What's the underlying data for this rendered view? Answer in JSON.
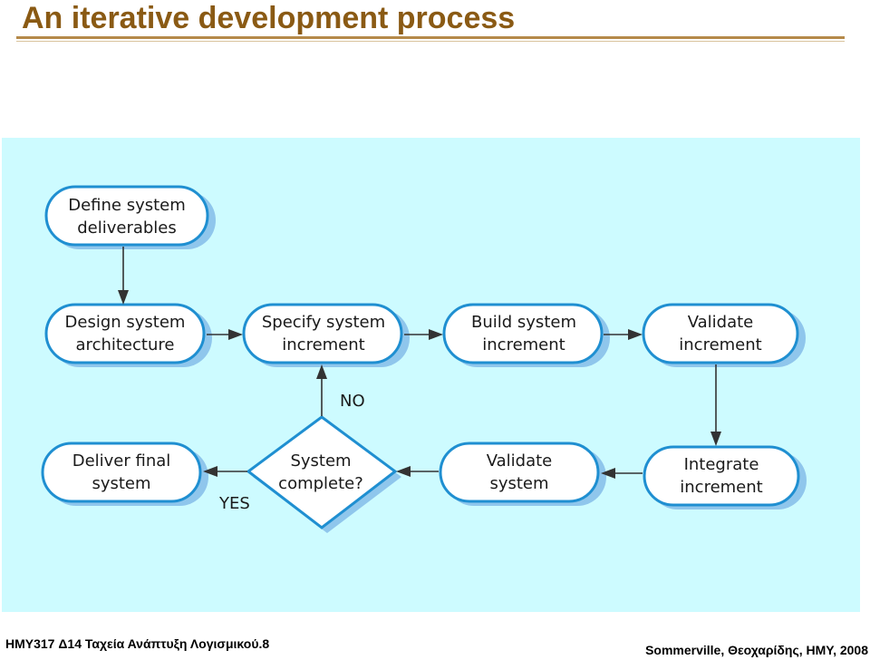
{
  "title": "An iterative development process",
  "nodes": {
    "define": [
      "Define system",
      "deliverables"
    ],
    "design": [
      "Design system",
      "architecture"
    ],
    "specify": [
      "Specify system",
      "increment"
    ],
    "build": [
      "Build system",
      "increment"
    ],
    "validate_inc": [
      "Validate",
      "increment"
    ],
    "deliver": [
      "Deliver final",
      "system"
    ],
    "complete": [
      "System",
      "complete?"
    ],
    "validate_sys": [
      "Validate",
      "system"
    ],
    "integrate": [
      "Integrate",
      "increment"
    ]
  },
  "branch_labels": {
    "no": "NO",
    "yes": "YES"
  },
  "footer": {
    "left": "HMY317  Δ14 Ταχεία Ανάπτυξη Λογισμικού.8",
    "right": "Sommerville, Θεοχαρίδης, HMY, 2008"
  },
  "colors": {
    "title": "#8a5a14",
    "panel": "#cdfbff",
    "node_border": "#1f8fd1"
  }
}
